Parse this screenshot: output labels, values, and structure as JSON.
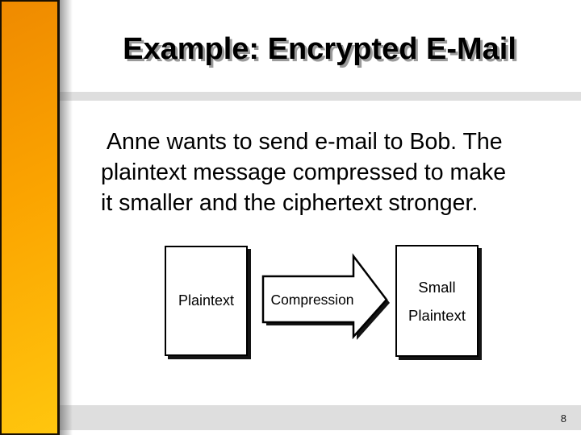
{
  "slide": {
    "title": "Example: Encrypted E-Mail",
    "body_lines": [
      "Anne wants to send e-mail to Bob. The",
      "plaintext message compressed to make",
      "it smaller and the ciphertext stronger."
    ],
    "page_number": "8"
  },
  "diagram": {
    "left_box_label": "Plaintext",
    "arrow_label": "Compression",
    "right_box_line1": "Small",
    "right_box_line2": "Plaintext"
  },
  "colors": {
    "accent_gradient_start": "#EF8A00",
    "accent_gradient_end": "#FFC60E",
    "accent_border": "#1A1002",
    "divider_gray": "#DEDEDE",
    "footer_gray": "#DEDEDE",
    "title_shadow": "#9A9A9A",
    "shape_shadow": "#141414",
    "text_color": "#000000"
  }
}
